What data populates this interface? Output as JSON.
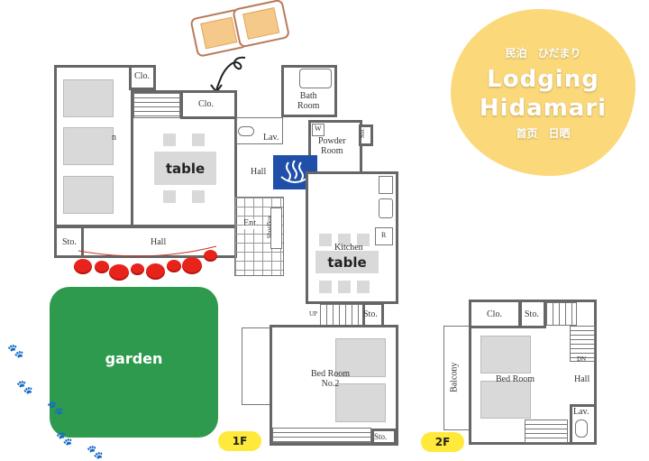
{
  "logo": {
    "line1": "民泊　ひだまり",
    "line2": "Lodging",
    "line3": "Hidamari",
    "line4": "首页　日晒",
    "color": "#fbd97a"
  },
  "floor1": {
    "badge": "1F",
    "rooms": {
      "closet_a": "Clo.",
      "closet_b": "Clo.",
      "bath": "Bath\nRoom",
      "lav": "Lav.",
      "powder": "Powder\nRoom",
      "powder_w": "W",
      "storage_a": "Sto.",
      "hall_center": "Hall",
      "entrance": "Ent.",
      "shoebox": "ShoeBox",
      "storage_hall": "Sto.",
      "hall_bottom": "Hall",
      "kitchen": "Kitchen",
      "up": "UP",
      "storage_stair": "Sto.",
      "bedroom2": "Bed Room\nNo.2",
      "storage_bed2": "Sto.",
      "fridge": "R"
    },
    "table_a": "table",
    "table_b": "table",
    "bedroom1_partial": "n",
    "garden": "garden",
    "garden_color": "#2e9a4e"
  },
  "floor2": {
    "badge": "2F",
    "rooms": {
      "closet": "Clo.",
      "storage": "Sto.",
      "bedroom": "Bed Room",
      "hall": "Hall",
      "down": "DN",
      "lav": "Lav.",
      "balcony": "Balcony"
    }
  },
  "icons": {
    "onsen": "hot-spring-icon",
    "onsen_color": "#1f4fa8",
    "lantern_color": "#e8231b",
    "badge_color": "#ffe93b"
  }
}
